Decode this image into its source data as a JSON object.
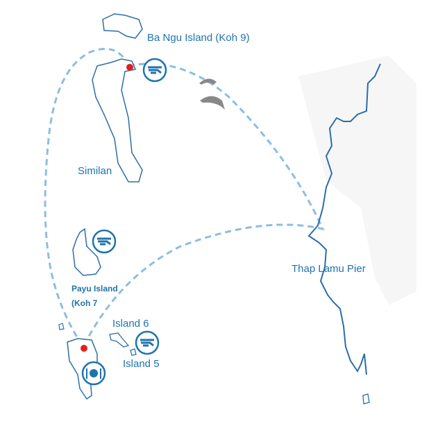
{
  "map": {
    "labels": {
      "ba_ngu": "Ba Ngu Island (Koh 9)",
      "similan": "Similan",
      "payu_line1": "Payu Island",
      "payu_line2": "(Koh 7",
      "island6": "Island 6",
      "island5": "Island 5",
      "thap_lamu": "Thap Lamu Pier"
    },
    "icons": [
      "snorkeling-icon",
      "snorkeling-icon",
      "snorkeling-icon",
      "dining-icon",
      "dolphin-icon",
      "dolphin-icon",
      "stop-marker-icon",
      "stop-marker-icon"
    ],
    "colors": {
      "coast": "#2b6ea6",
      "route": "#8dbde2",
      "text": "#1f73ad",
      "marker": "#e02020"
    }
  }
}
